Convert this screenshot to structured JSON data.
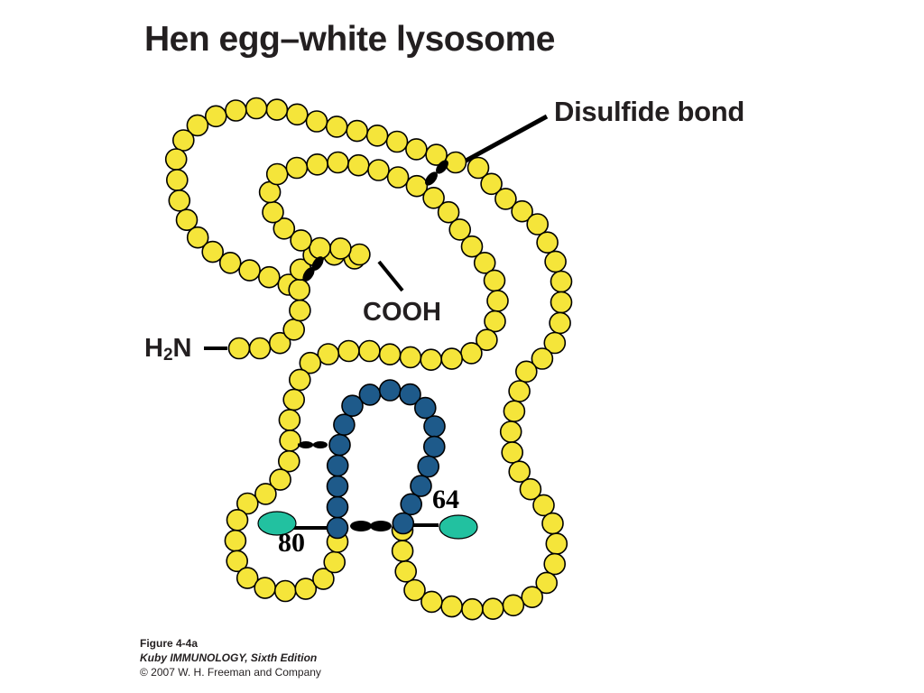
{
  "title": "Hen egg–white lysosome",
  "labels": {
    "disulfide": "Disulfide bond",
    "cooh": "COOH",
    "h2n_main": "H",
    "h2n_sub": "2",
    "h2n_tail": "N"
  },
  "numbers": {
    "n64": "64",
    "n80": "80"
  },
  "caption": {
    "figure": "Figure 4-4a",
    "book": "Kuby IMMUNOLOGY, Sixth Edition",
    "copyright": "© 2007 W. H. Freeman and Company"
  },
  "colors": {
    "residue_yellow": "#f5e53a",
    "residue_blue": "#1e5a8a",
    "marker_teal": "#22c1a0",
    "outline": "#000000"
  }
}
